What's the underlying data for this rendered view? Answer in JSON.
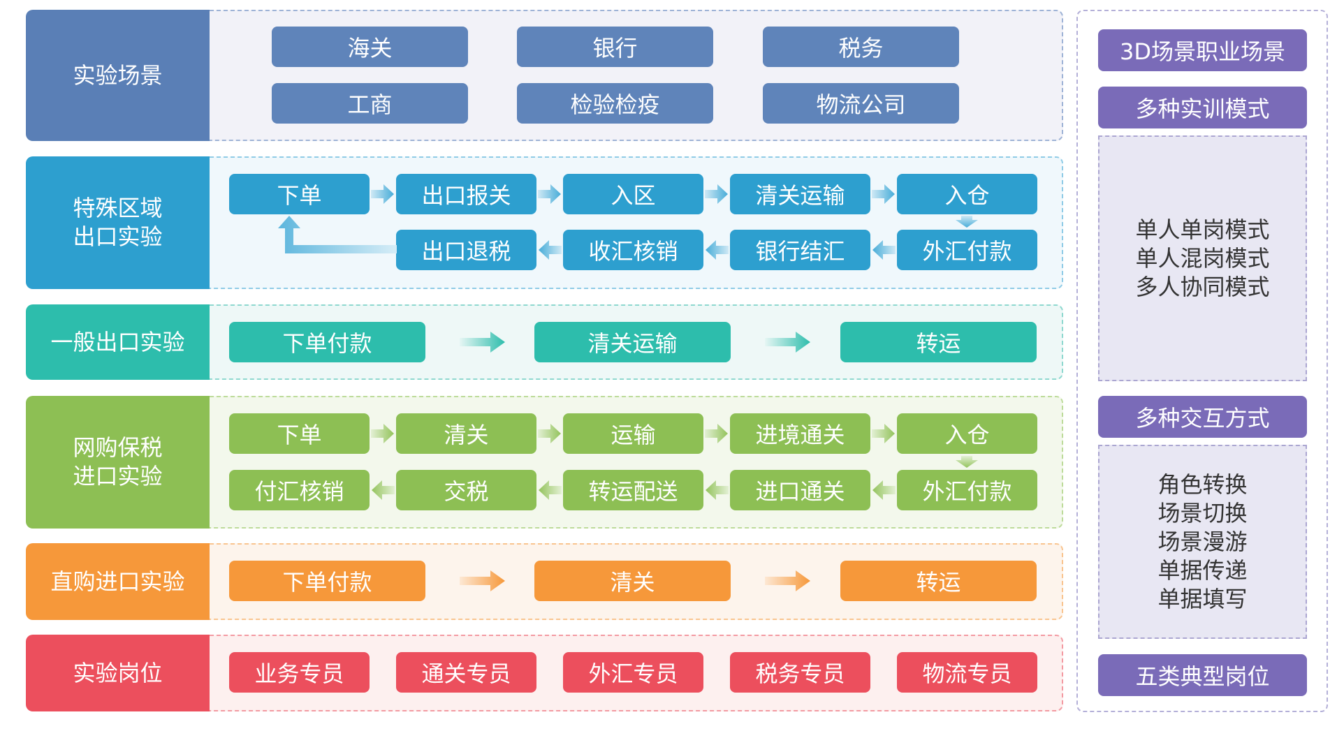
{
  "colors": {
    "scene": "#5a7fb6",
    "special": "#2d9fcf",
    "general": "#2dbdac",
    "online": "#8dbf54",
    "direct": "#f6983a",
    "positions": "#ec4f5d",
    "side": "#7a6bb8"
  },
  "rows": {
    "scene": {
      "label": "实验场景",
      "items": [
        "海关",
        "银行",
        "税务",
        "工商",
        "检验检疫",
        "物流公司"
      ]
    },
    "special": {
      "label": "特殊区域\n出口实验",
      "top": [
        "下单",
        "出口报关",
        "入区",
        "清关运输",
        "入仓"
      ],
      "bottom": [
        "出口退税",
        "收汇核销",
        "银行结汇",
        "外汇付款"
      ]
    },
    "general": {
      "label": "一般出口实验",
      "items": [
        "下单付款",
        "清关运输",
        "转运"
      ]
    },
    "online": {
      "label": "网购保税\n进口实验",
      "top": [
        "下单",
        "清关",
        "运输",
        "进境通关",
        "入仓"
      ],
      "bottom": [
        "付汇核销",
        "交税",
        "转运配送",
        "进口通关",
        "外汇付款"
      ]
    },
    "direct": {
      "label": "直购进口实验",
      "items": [
        "下单付款",
        "清关",
        "转运"
      ]
    },
    "positions": {
      "label": "实验岗位",
      "items": [
        "业务专员",
        "通关专员",
        "外汇专员",
        "税务专员",
        "物流专员"
      ]
    }
  },
  "side": {
    "header1": "3D场景职业场景",
    "header2": "多种实训模式",
    "modes": [
      "单人单岗模式",
      "单人混岗模式",
      "多人协同模式"
    ],
    "header3": "多种交互方式",
    "interactions": [
      "角色转换",
      "场景切换",
      "场景漫游",
      "单据传递",
      "单据填写"
    ],
    "header4": "五类典型岗位"
  }
}
